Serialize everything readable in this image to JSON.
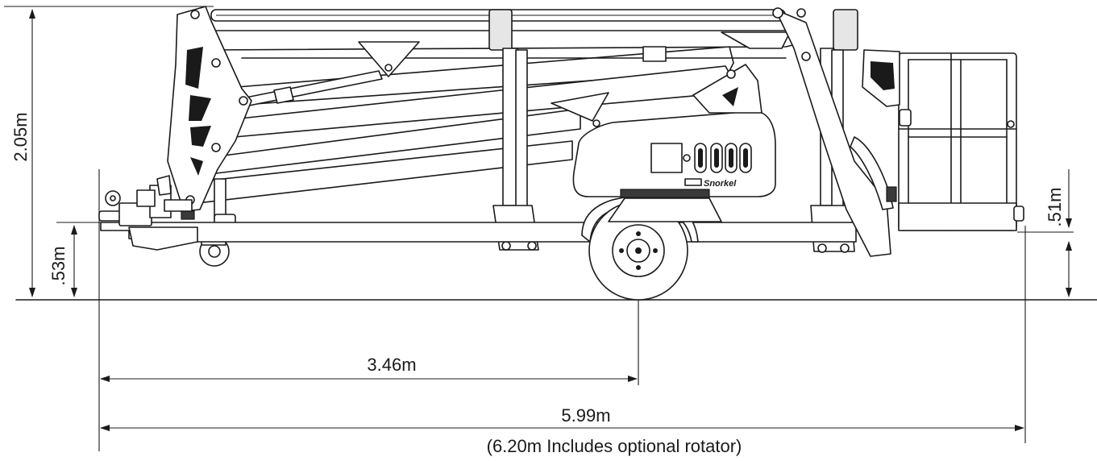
{
  "dimensions": {
    "overall_height": "2.05m",
    "hitch_height": ".53m",
    "platform_height": ".51m",
    "hitch_to_axle": "3.46m",
    "overall_length": "5.99m",
    "overall_length_note": "(6.20m Includes optional rotator)"
  },
  "branding": {
    "logo_text": "Snorkel"
  }
}
